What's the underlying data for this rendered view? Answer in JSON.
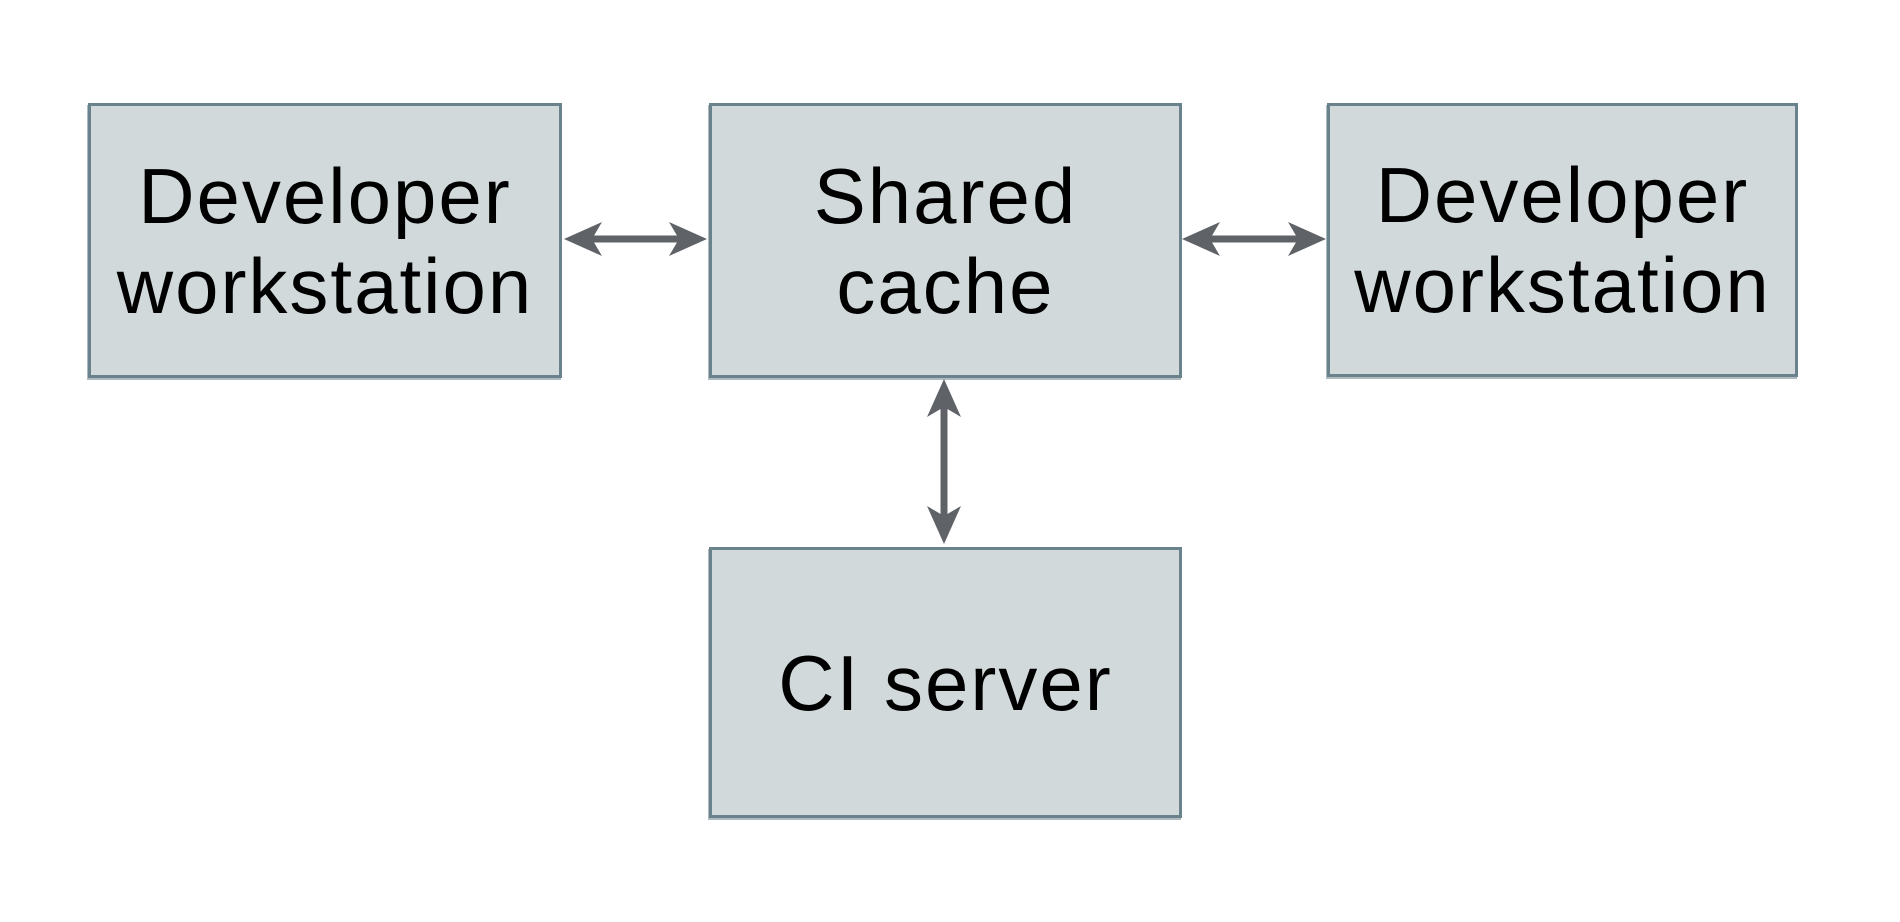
{
  "diagram": {
    "nodes": {
      "dev_left": {
        "line1": "Developer",
        "line2": "workstation"
      },
      "shared_cache": {
        "line1": "Shared",
        "line2": "cache"
      },
      "dev_right": {
        "line1": "Developer",
        "line2": "workstation"
      },
      "ci_server": {
        "line1": "CI server"
      }
    },
    "edges": [
      {
        "from": "dev_left",
        "to": "shared_cache",
        "direction": "bidirectional"
      },
      {
        "from": "shared_cache",
        "to": "dev_right",
        "direction": "bidirectional"
      },
      {
        "from": "shared_cache",
        "to": "ci_server",
        "direction": "bidirectional"
      }
    ],
    "colors": {
      "background": "#ffffff",
      "node_fill": "#d1d9db",
      "node_border": "#6a828b",
      "arrow": "#5f6368",
      "text": "#000000"
    }
  }
}
